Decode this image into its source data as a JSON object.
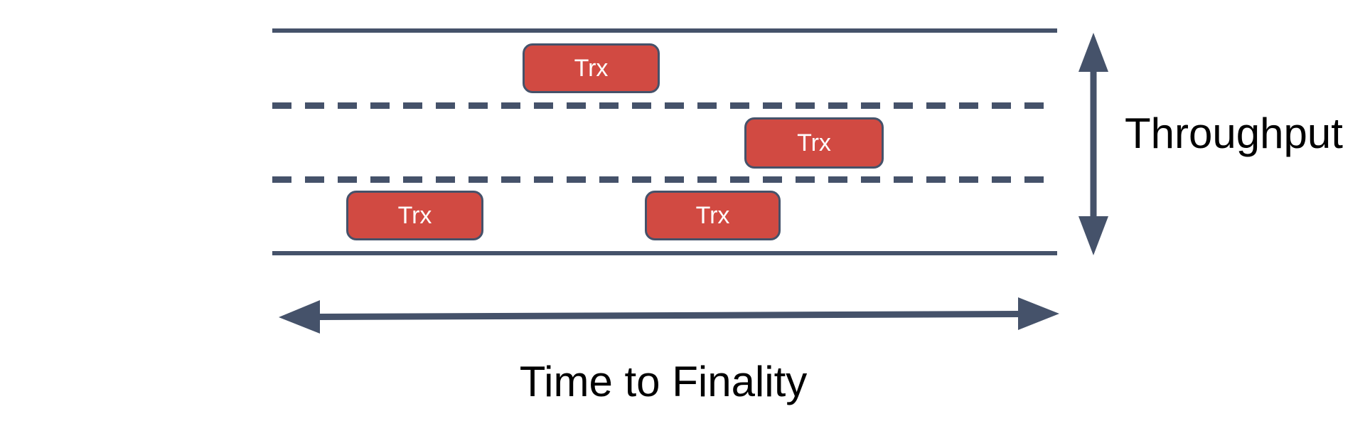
{
  "labels": {
    "throughput": "Throughput",
    "time_to_finality": "Time to Finality"
  },
  "boxes": [
    {
      "label": "Trx",
      "lane": "top"
    },
    {
      "label": "Trx",
      "lane": "middle"
    },
    {
      "label": "Trx",
      "lane": "bottom-left"
    },
    {
      "label": "Trx",
      "lane": "bottom-right"
    }
  ],
  "colors": {
    "slate": "#45526a",
    "red": "#d14a42",
    "trx_text": "#ffffff",
    "label_text": "#000000",
    "canvas_bg": "#ffffff"
  }
}
